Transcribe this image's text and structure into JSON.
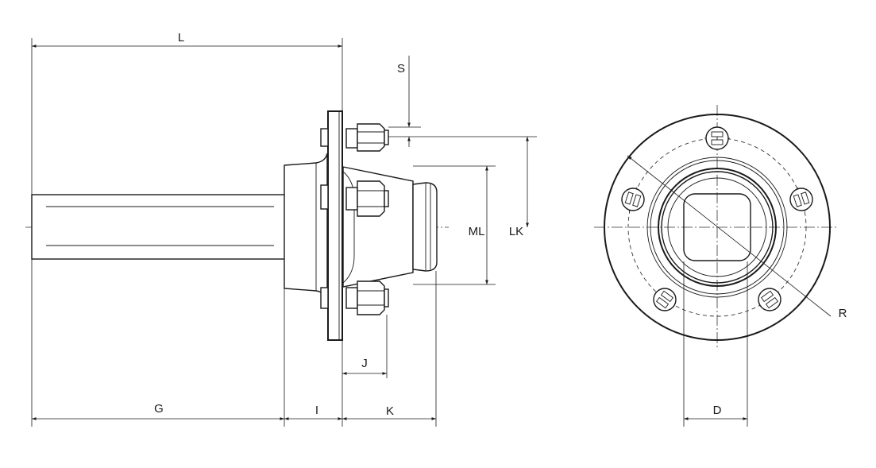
{
  "labels": {
    "L": "L",
    "S": "S",
    "ML": "ML",
    "LK": "LK",
    "G": "G",
    "I": "I",
    "J": "J",
    "K": "K",
    "D": "D",
    "R": "R"
  },
  "colors": {
    "line": "#1a1a1a",
    "background": "#ffffff"
  }
}
